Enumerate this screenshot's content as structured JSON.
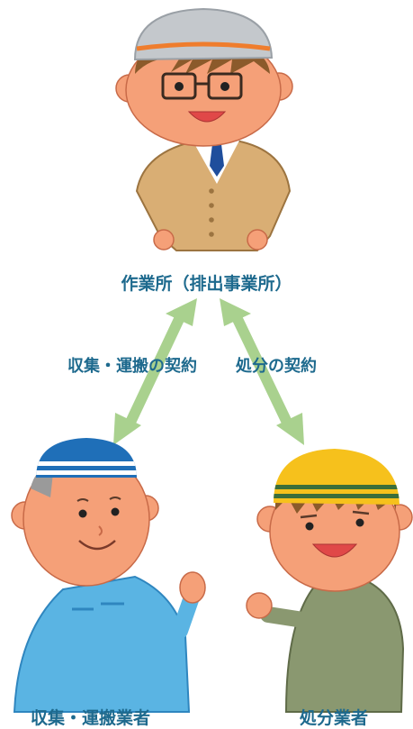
{
  "colors": {
    "label": "#1e6a8e",
    "arrow": "#a9d18e",
    "skin": "#f5a078",
    "office_jacket": "#d9ae74",
    "gray_helmet": "#c4c8cc",
    "blue_helmet": "#1f6fb8",
    "blue_uniform": "#5ab4e3",
    "yellow_helmet": "#f6c11c",
    "green_uniform": "#8a9870"
  },
  "icons": [
    "office-worker-icon",
    "collector-worker-icon",
    "disposal-worker-icon"
  ],
  "labels": {
    "top": "作業所（排出事業所）",
    "contract_left": "収集・運搬の契約",
    "contract_right": "処分の契約",
    "bottom_left": "収集・運搬業者",
    "bottom_right": "処分業者"
  }
}
